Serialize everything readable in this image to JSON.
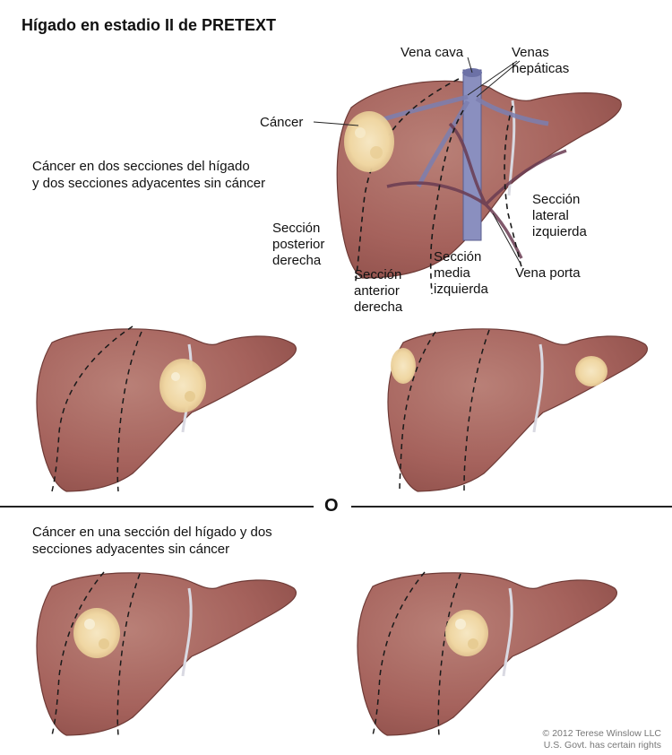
{
  "title": "Hígado en estadio II de PRETEXT",
  "labels": {
    "vena_cava": "Vena cava",
    "venas_hepaticas": "Venas\nhepáticas",
    "cancer": "Cáncer",
    "seccion_posterior_derecha": "Sección\nposterior\nderecha",
    "seccion_anterior_derecha": "Sección\nanterior\nderecha",
    "seccion_media_izquierda": "Sección\nmedia\nizquierda",
    "seccion_lateral_izquierda": "Sección\nlateral\nizquierda",
    "vena_porta": "Vena porta"
  },
  "descriptions": {
    "two_sections": "Cáncer en dos secciones del hígado\ny dos secciones adyacentes sin cáncer",
    "one_section": "Cáncer en una sección del hígado y dos\nsecciones adyacentes sin cáncer"
  },
  "separator_text": "O",
  "copyright": {
    "line1": "© 2012 Terese Winslow LLC",
    "line2": "U.S. Govt. has certain rights"
  },
  "colors": {
    "liver": "#a8655f",
    "liver_edge": "#6e3a36",
    "liver_highlight": "#b87a72",
    "tumor": "#f1dcae",
    "vein_blue": "#7c7fb0",
    "vein_dark": "#6a3c52"
  }
}
